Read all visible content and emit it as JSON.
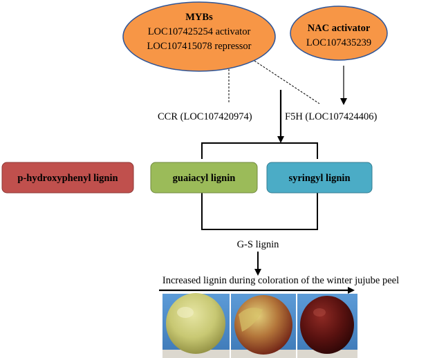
{
  "mybs": {
    "title": "MYBs",
    "line1": "LOC107425254 activator",
    "line2": "LOC107415078 repressor",
    "color": "#f79646"
  },
  "nac": {
    "title": "NAC activator",
    "line1": "LOC107435239",
    "color": "#f79646"
  },
  "genes": {
    "ccr": "CCR (LOC107420974)",
    "f5h": "F5H (LOC107424406)"
  },
  "lignins": {
    "h": {
      "label": "p-hydroxyphenyl lignin",
      "color": "#c0504d"
    },
    "g": {
      "label": "guaiacyl lignin",
      "color": "#9bbb59"
    },
    "s": {
      "label": "syringyl lignin",
      "color": "#4bacc6"
    }
  },
  "gs_label": "G-S lignin",
  "bottom_label": "Increased lignin during coloration of the winter jujube peel",
  "photos": [
    {
      "name": "green-jujube-photo",
      "stage": "green"
    },
    {
      "name": "half-red-jujube-photo",
      "stage": "half-red"
    },
    {
      "name": "red-jujube-photo",
      "stage": "red"
    }
  ]
}
